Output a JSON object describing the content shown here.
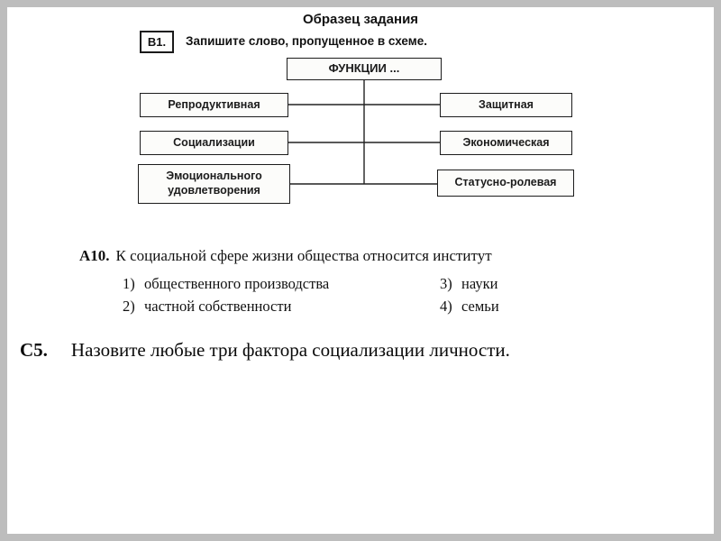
{
  "sample_task": {
    "title": "Образец задания",
    "label": "В1.",
    "instruction": "Запишите слово, пропущенное в схеме."
  },
  "diagram": {
    "root": "ФУНКЦИИ ...",
    "left": [
      "Репродуктивная",
      "Социализации",
      "Эмоционального удовлетворения"
    ],
    "right": [
      "Защитная",
      "Экономическая",
      "Статусно-ролевая"
    ]
  },
  "question_a10": {
    "label": "А10.",
    "text": "К социальной сфере жизни общества относится институт",
    "options": [
      {
        "num": "1)",
        "text": "общественного производства"
      },
      {
        "num": "2)",
        "text": "частной собственности"
      },
      {
        "num": "3)",
        "text": "науки"
      },
      {
        "num": "4)",
        "text": "семьи"
      }
    ]
  },
  "question_c5": {
    "label": "С5.",
    "text": "Назовите любые три фактора социализации личности."
  }
}
